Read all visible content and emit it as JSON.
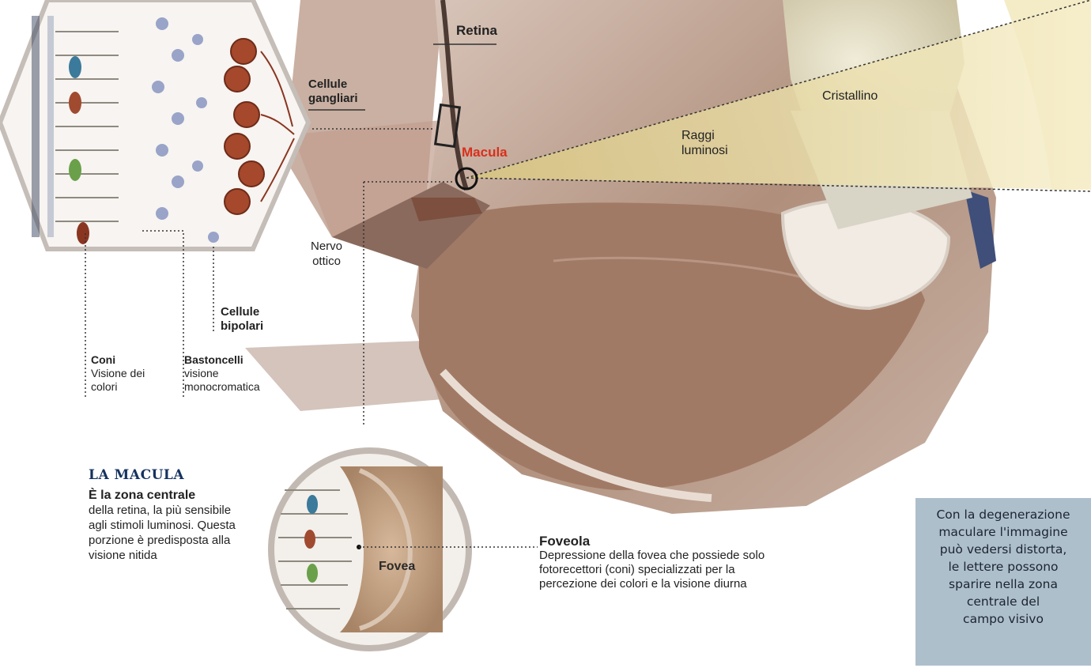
{
  "labels": {
    "retina": "Retina",
    "cellule_gangliari": "Cellule gangliari",
    "macula": "Macula",
    "cristallino": "Cristallino",
    "raggi_luminosi": "Raggi luminosi",
    "nervo_ottico": "Nervo ottico",
    "cellule_bipolari": "Cellule bipolari",
    "coni_title": "Coni",
    "coni_desc": "Visione dei colori",
    "bastoncelli_title": "Bastoncelli",
    "bastoncelli_desc": "visione monocromatica",
    "fovea": "Fovea"
  },
  "foveola": {
    "title": "Foveola",
    "text": "Depressione della fovea che possiede solo fotorecettori (coni) specializzati per la percezione dei colori e la visione diurna"
  },
  "macula_box": {
    "heading": "LA MACULA",
    "lead": "È la zona centrale",
    "text": "della retina, la più sensibile agli stimoli luminosi. Questa porzione è predisposta alla visione nitida"
  },
  "callout": {
    "lines": [
      "Con la degenerazione",
      "maculare l'immagine",
      "può vedersi distorta,",
      "le lettere possono",
      "sparire nella zona",
      "centrale del",
      "campo visivo"
    ]
  },
  "colors": {
    "eye_tissue": "#b89884",
    "light_beam": "#efe2a8",
    "macula_label": "#d8301c",
    "heading_blue": "#15325f",
    "callout_bg": "#aebfcc"
  }
}
